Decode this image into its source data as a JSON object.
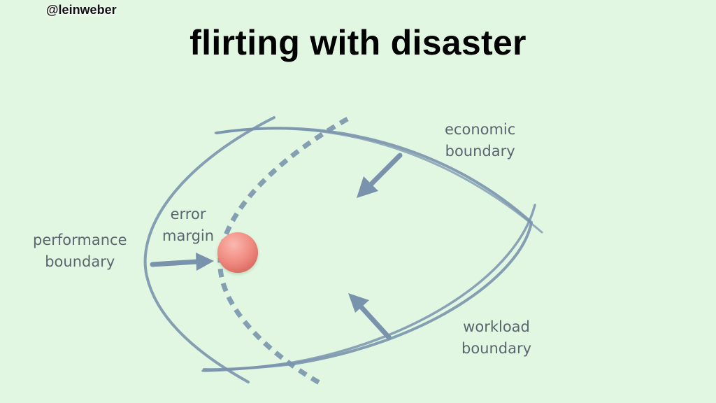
{
  "header": {
    "handle": "@leinweber",
    "title": "flirting with disaster"
  },
  "labels": {
    "economic": [
      "economic",
      "boundary"
    ],
    "error": [
      "error",
      "margin"
    ],
    "performance": [
      "performance",
      "boundary"
    ],
    "workload": [
      "workload",
      "boundary"
    ]
  },
  "colors": {
    "background": "#e2f7e2",
    "boundary_stroke": "#7a93ad",
    "arrow": "#7a93ad",
    "operating_point": "#f08a80",
    "text": "#5a6570"
  }
}
